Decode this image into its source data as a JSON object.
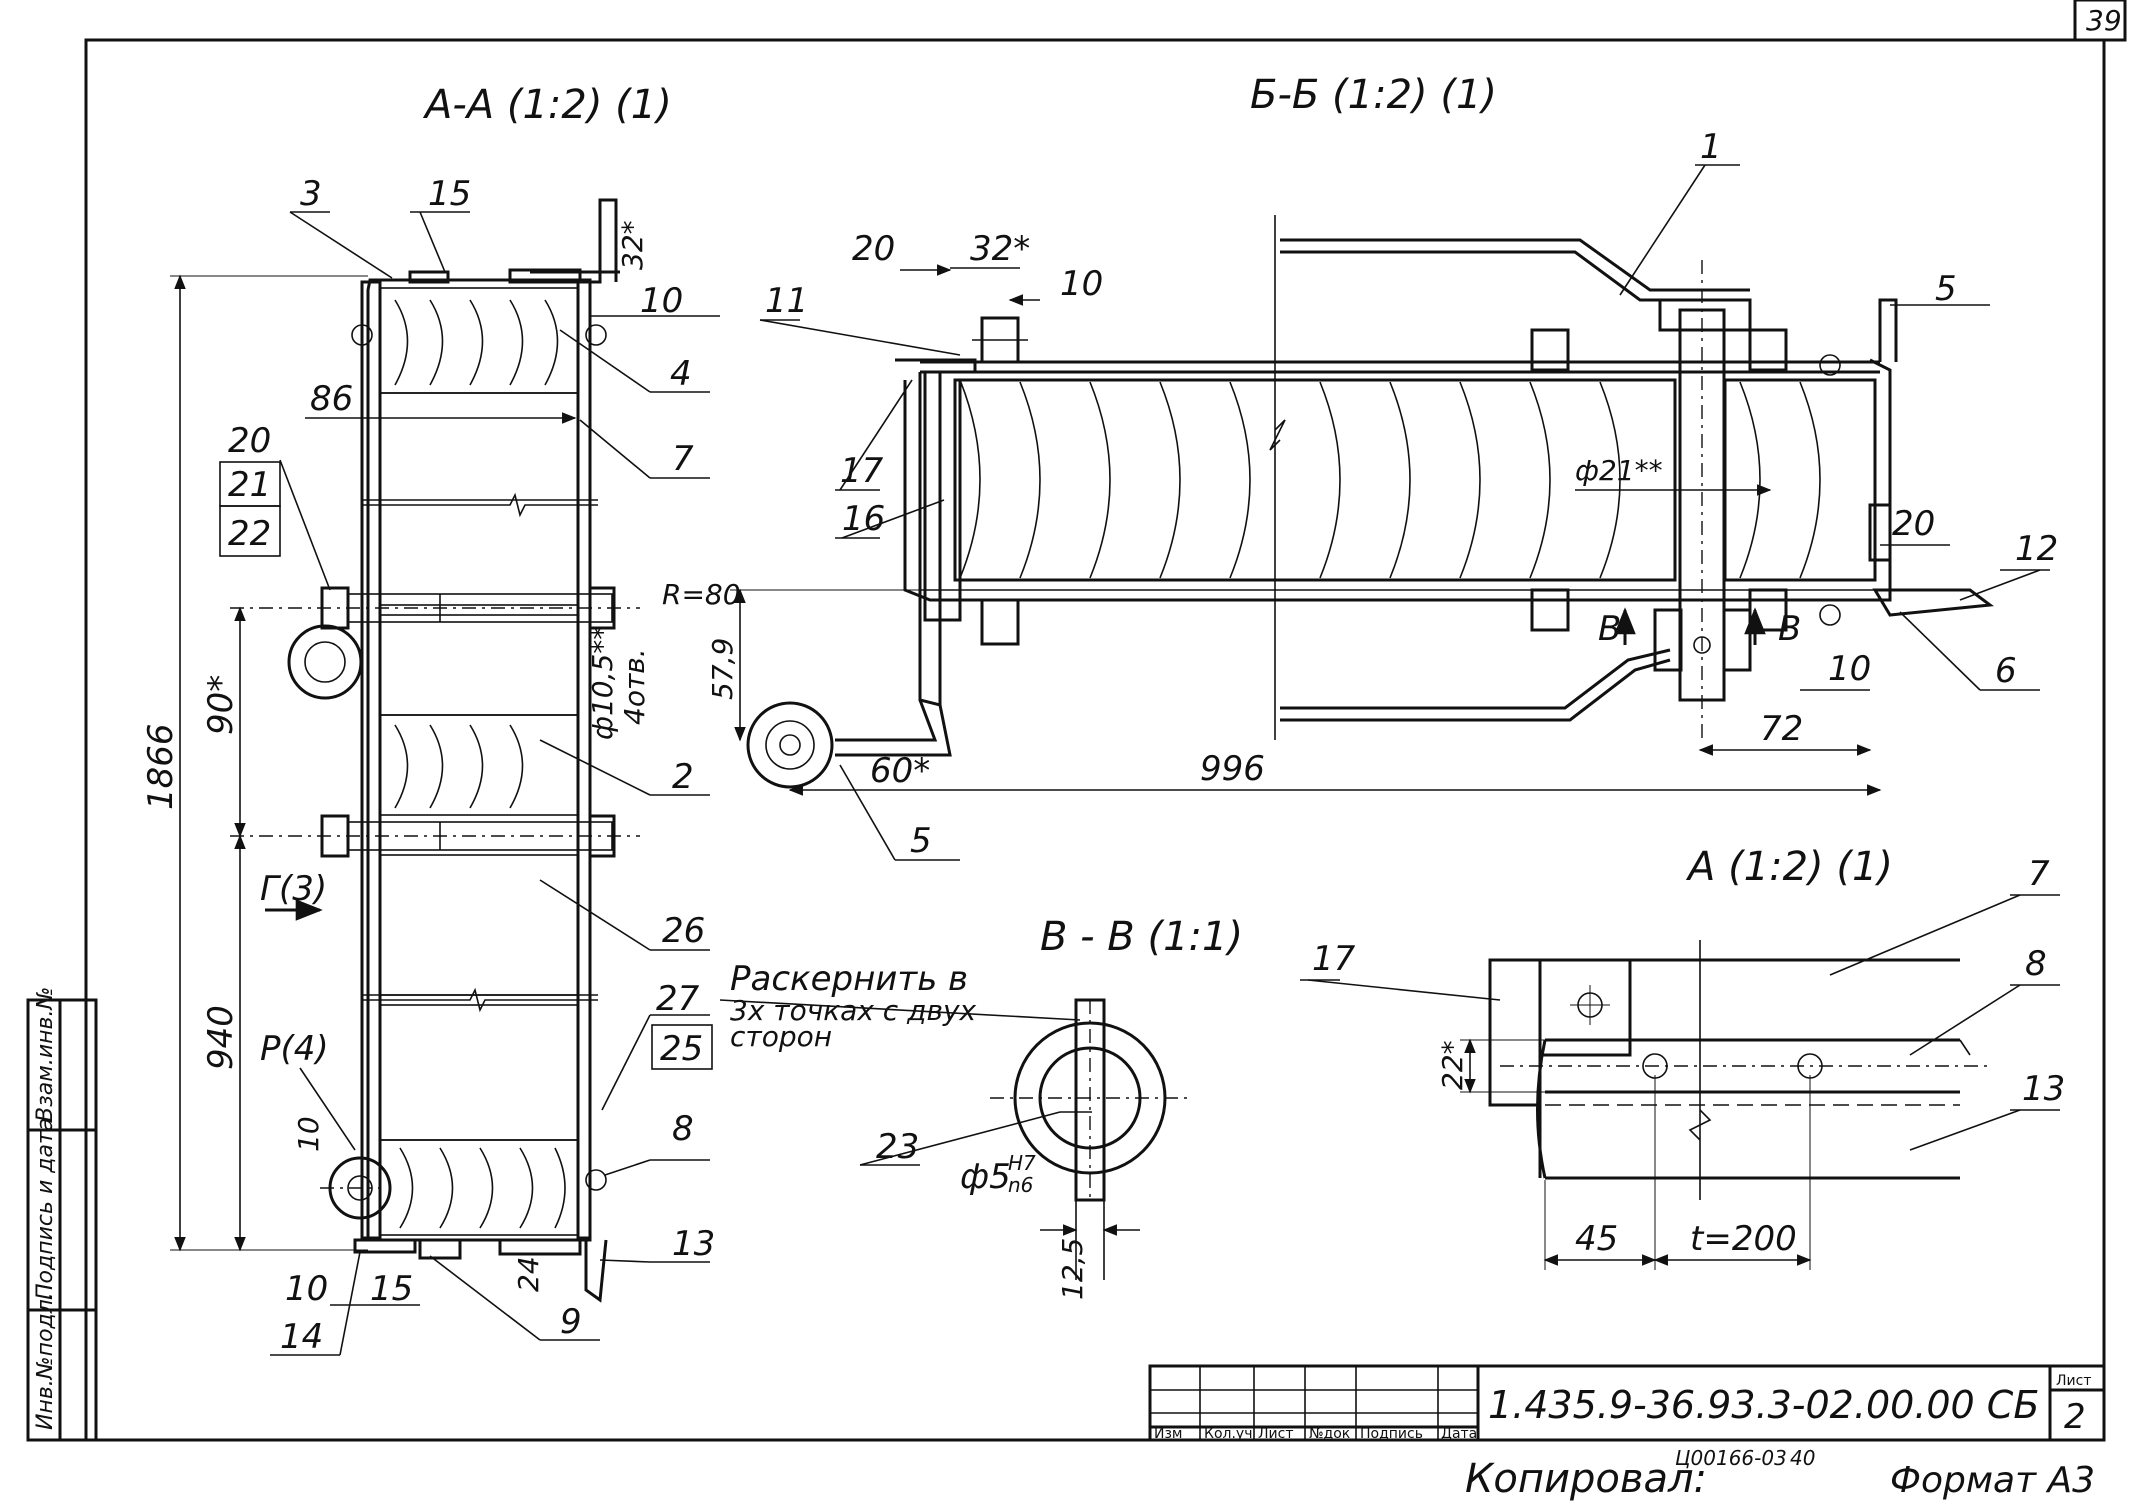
{
  "sheet": {
    "page_number": "39",
    "document_code": "1.435.9-36.93.3-02.00.00 СБ",
    "sheet_label": "Лист",
    "sheet_number": "2",
    "copied_label": "Копировал:",
    "copied_code": "Ц00166-03",
    "copied_num": "40",
    "format_label": "Формат А3",
    "side_stamp": [
      "Инв.№подл.",
      "Подпись и дата",
      "Взам.инв.№"
    ],
    "title_block_cols": [
      "Изм",
      "Кол.уч",
      "Лист",
      "№док",
      "Подпись",
      "Дата"
    ]
  },
  "views": {
    "aa": {
      "title": "А-А (1:2) (1)"
    },
    "bb": {
      "title": "Б-Б (1:2) (1)"
    },
    "vv": {
      "title": "В - В (1:1)"
    },
    "a": {
      "title": "А (1:2) (1)"
    }
  },
  "dimensions": {
    "d1866": "1866",
    "d90": "90*",
    "d940": "940",
    "d86": "86",
    "d32a": "32*",
    "d10a": "10",
    "r80": "R=80",
    "d105": "ф10,5**",
    "d105b": "4отв.",
    "d10b": "10",
    "d15b": "15",
    "d24": "24",
    "d20": "20",
    "d32b": "32*",
    "d10c": "10",
    "d5": "5",
    "d20b": "20",
    "d10d": "10",
    "d72": "72",
    "d579": "57,9",
    "d60": "60*",
    "d996": "996",
    "d21": "ф21**",
    "bleft": "В",
    "bright": "В",
    "d5h7": "ф5",
    "d5h7n": "H7",
    "d5h7d": "n6",
    "d125": "12,5",
    "d22": "22*",
    "d45": "45",
    "t200": "t=200",
    "g3": "Г(3)",
    "r4": "Р(4)",
    "d10e": "10"
  },
  "note": {
    "line1": "Раскернить в",
    "line2": "3х точках с двух",
    "line3": "сторон"
  },
  "positions": {
    "aa": [
      "3",
      "15",
      "4",
      "7",
      "2",
      "26",
      "27",
      "25",
      "8",
      "13",
      "9",
      "14",
      "20",
      "21",
      "22"
    ],
    "bb": [
      "1",
      "11",
      "17",
      "16",
      "5",
      "12",
      "6"
    ],
    "vv": [
      "23"
    ],
    "a": [
      "17",
      "7",
      "8",
      "13"
    ]
  }
}
